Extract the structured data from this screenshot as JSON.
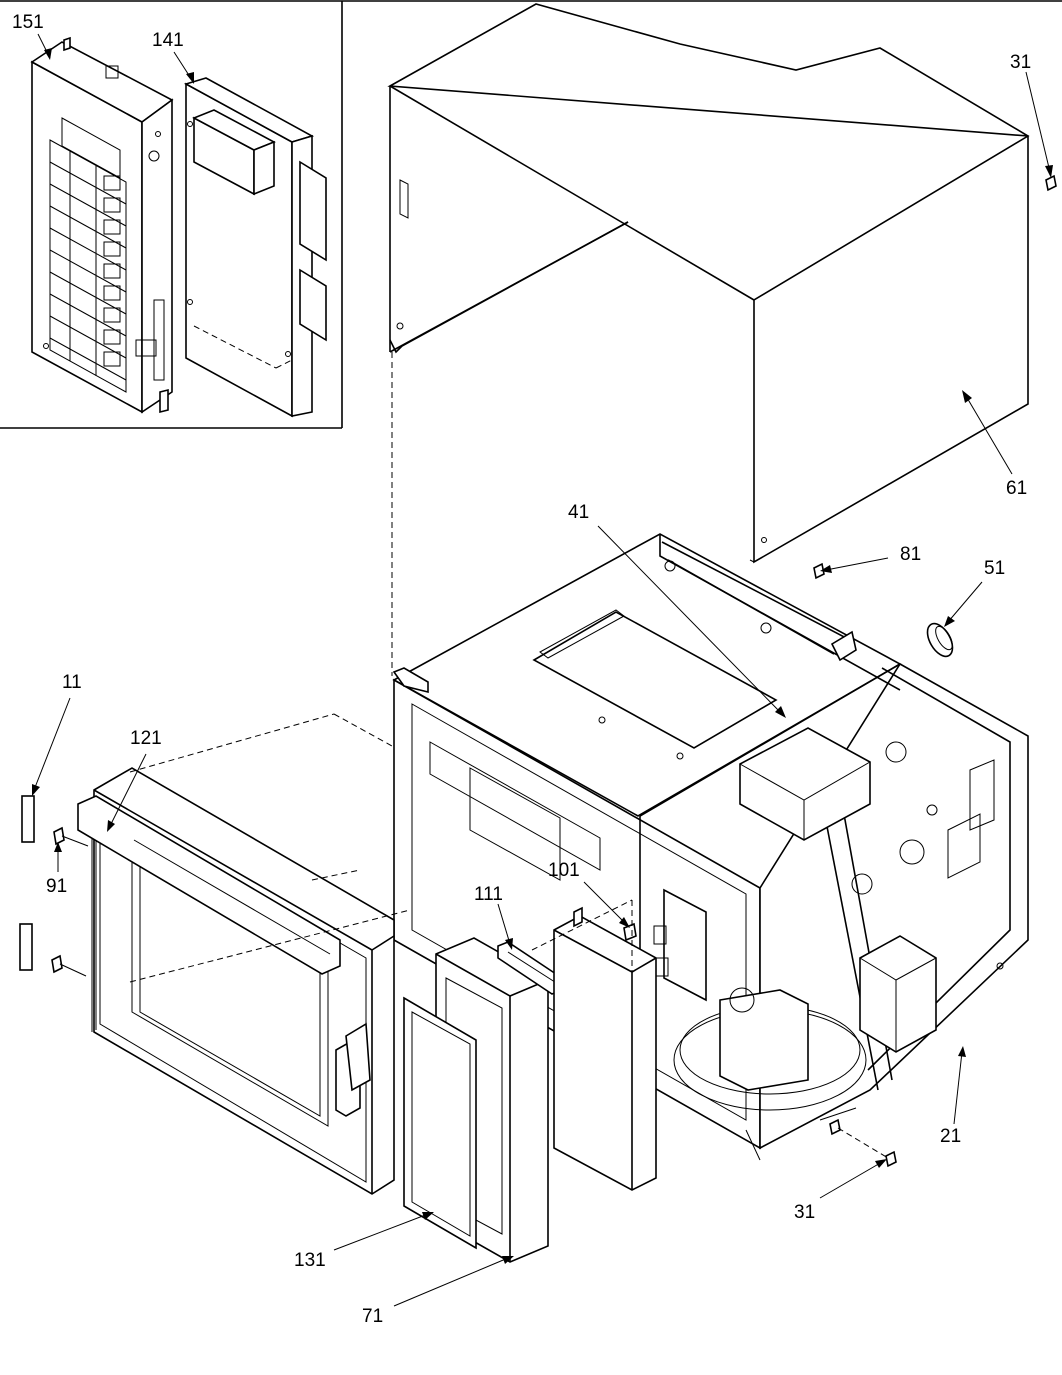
{
  "callouts": {
    "c151": "151",
    "c141": "141",
    "c31_top": "31",
    "c61": "61",
    "c41": "41",
    "c81": "81",
    "c51": "51",
    "c11": "11",
    "c121": "121",
    "c91": "91",
    "c111": "111",
    "c101": "101",
    "c21": "21",
    "c31_bottom": "31",
    "c131": "131",
    "c71": "71"
  }
}
